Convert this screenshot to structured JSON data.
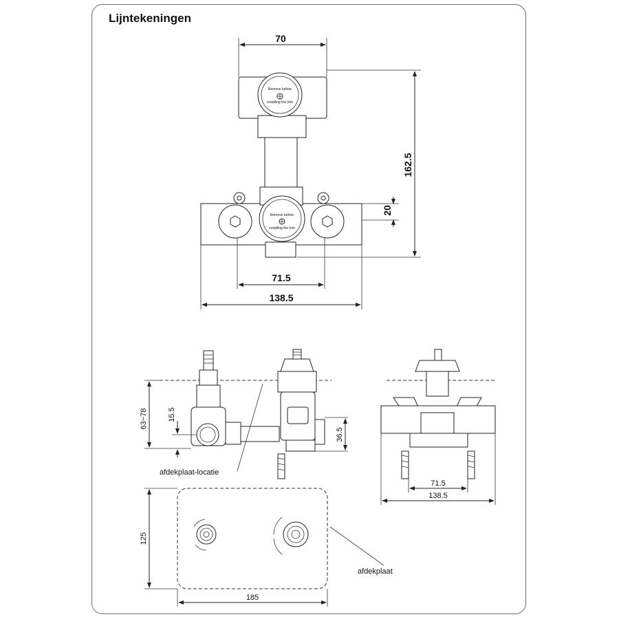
{
  "heading": "Lijntekeningen",
  "top_view": {
    "dim_top": "70",
    "dim_right": "162.5",
    "dim_side": "20",
    "dim_inner": "71.5",
    "dim_outer": "138.5",
    "cap_text_line1": "Remove before",
    "cap_text_line2": "installing the trim"
  },
  "side_view": {
    "dim_height": "63~78",
    "dim_small": "15.5",
    "dim_right": "36.5",
    "label": "afdekplaat-locatie"
  },
  "end_view": {
    "dim_inner": "71.5",
    "dim_outer": "138.5"
  },
  "plate_view": {
    "dim_height": "125",
    "dim_width": "185",
    "label": "afdekplaat"
  }
}
